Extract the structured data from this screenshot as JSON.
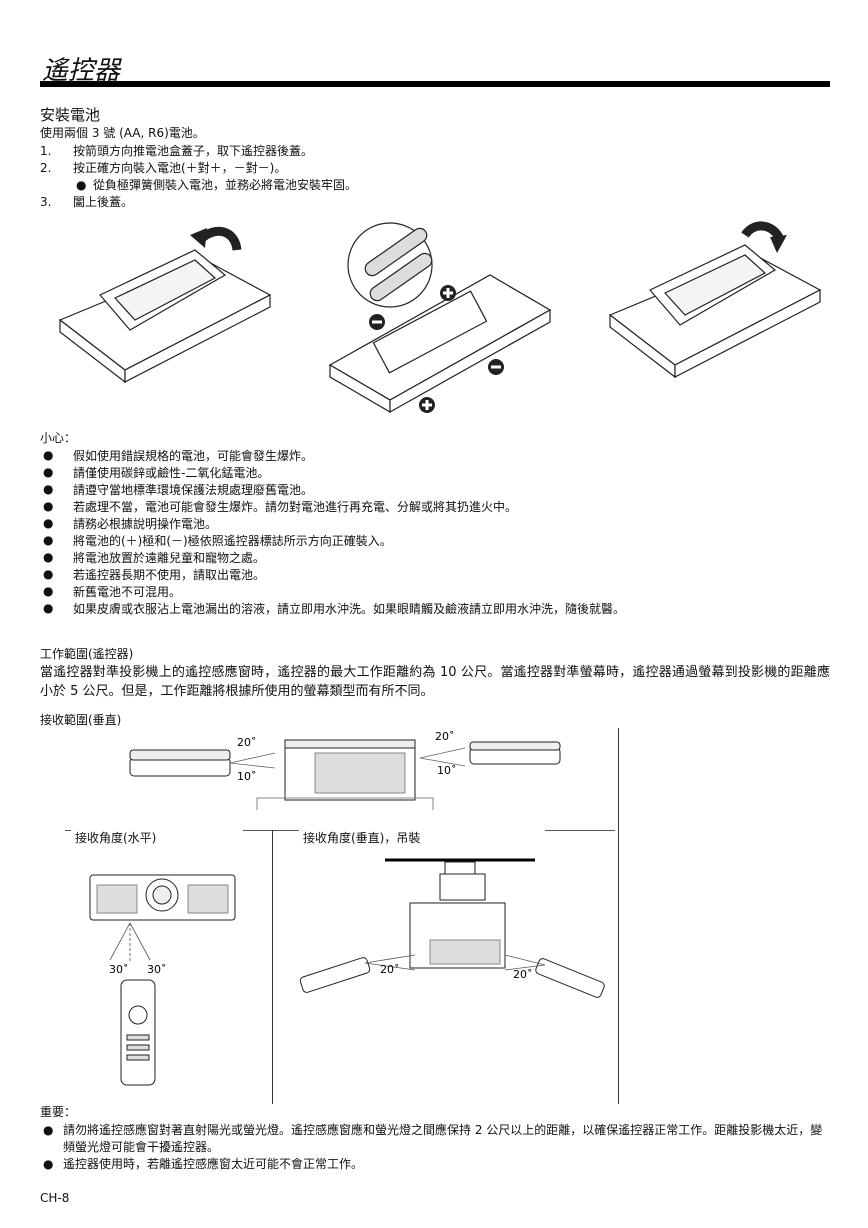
{
  "page_title": "遙控器",
  "install": {
    "heading": "安裝電池",
    "intro": "使用兩個 3 號 (AA, R6)電池。",
    "steps": [
      {
        "num": "1.",
        "text": "按箭頭方向推電池盒蓋子，取下遙控器後蓋。"
      },
      {
        "num": "2.",
        "text": "按正確方向裝入電池(＋對＋，－對－)。"
      },
      {
        "num": "3.",
        "text": "闔上後蓋。"
      }
    ],
    "sub_bullet": "從負極彈簧側裝入電池，並務必將電池安裝牢固。"
  },
  "caution": {
    "heading": "小心：",
    "items": [
      "假如使用錯誤規格的電池，可能會發生爆炸。",
      "請僅使用碳鋅或鹼性-二氧化錳電池。",
      "請遵守當地標準環境保護法規處理廢舊電池。",
      "若處理不當，電池可能會發生爆炸。請勿對電池進行再充電、分解或將其扔進火中。",
      "請務必根據說明操作電池。",
      "將電池的(＋)極和(－)極依照遙控器標誌所示方向正確裝入。",
      "將電池放置於遠離兒童和寵物之處。",
      "若遙控器長期不使用，請取出電池。",
      "新舊電池不可混用。",
      "如果皮膚或衣服沾上電池漏出的溶液，請立即用水沖洗。如果眼睛觸及鹼液請立即用水沖洗，隨後就醫。"
    ]
  },
  "range": {
    "heading": "工作範圍(遙控器)",
    "paragraph": "當遙控器對準投影機上的遙控感應窗時，遙控器的最大工作距離約為 10 公尺。當遙控器對準螢幕時，遙控器通過螢幕到投影機的距離應小於 5 公尺。但是，工作距離將根據所使用的螢幕類型而有所不同。"
  },
  "figure": {
    "vertical_label": "接收範圍(垂直)",
    "horizontal_label": "接收角度(水平)",
    "ceiling_label": "接收角度(垂直)，吊裝",
    "angle_20": "20˚",
    "angle_10": "10˚",
    "angle_30": "30˚",
    "angle_20b": "20˚"
  },
  "important": {
    "heading": "重要：",
    "items": [
      "請勿將遙控感應窗對著直射陽光或螢光燈。遙控感應窗應和螢光燈之間應保持 2 公尺以上的距離，以確保遙控器正常工作。距離投影機太近，變頻螢光燈可能會干擾遙控器。",
      "遙控器使用時，若離遙控感應窗太近可能不會正常工作。"
    ]
  },
  "footer": {
    "page_number": "CH-8"
  },
  "icons": {
    "plus": "plus-sign-icon",
    "minus": "minus-sign-icon",
    "arrow": "curved-arrow-icon",
    "remote": "remote-control-icon",
    "projector": "projector-icon"
  }
}
